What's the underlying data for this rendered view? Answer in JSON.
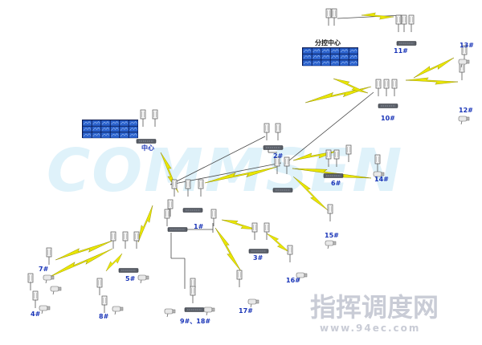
{
  "watermark": "COMMSEN",
  "logo": {
    "text": "指挥调度网",
    "url": "www.94ec.com"
  },
  "centers": {
    "branch": "分控中心",
    "main": "中心"
  },
  "nodes": [
    {
      "id": "n1",
      "label": "1#"
    },
    {
      "id": "n2",
      "label": "2#"
    },
    {
      "id": "n3",
      "label": "3#"
    },
    {
      "id": "n4",
      "label": "4#"
    },
    {
      "id": "n5",
      "label": "5#"
    },
    {
      "id": "n6",
      "label": "6#"
    },
    {
      "id": "n7",
      "label": "7#"
    },
    {
      "id": "n8",
      "label": "8#"
    },
    {
      "id": "n9",
      "label": "9#、18#"
    },
    {
      "id": "n10",
      "label": "10#"
    },
    {
      "id": "n11",
      "label": "11#"
    },
    {
      "id": "n12",
      "label": "12#"
    },
    {
      "id": "n13",
      "label": "13#"
    },
    {
      "id": "n14",
      "label": "14#"
    },
    {
      "id": "n15",
      "label": "15#"
    },
    {
      "id": "n16",
      "label": "16#"
    },
    {
      "id": "n17",
      "label": "17#"
    }
  ],
  "colors": {
    "bolt": "#e9e600",
    "bolt_edge": "#8f8a00",
    "line": "#4a4a4a",
    "label": "#1a35b8",
    "screen": "#3a6fd8",
    "watermark": "#dff2fa"
  }
}
